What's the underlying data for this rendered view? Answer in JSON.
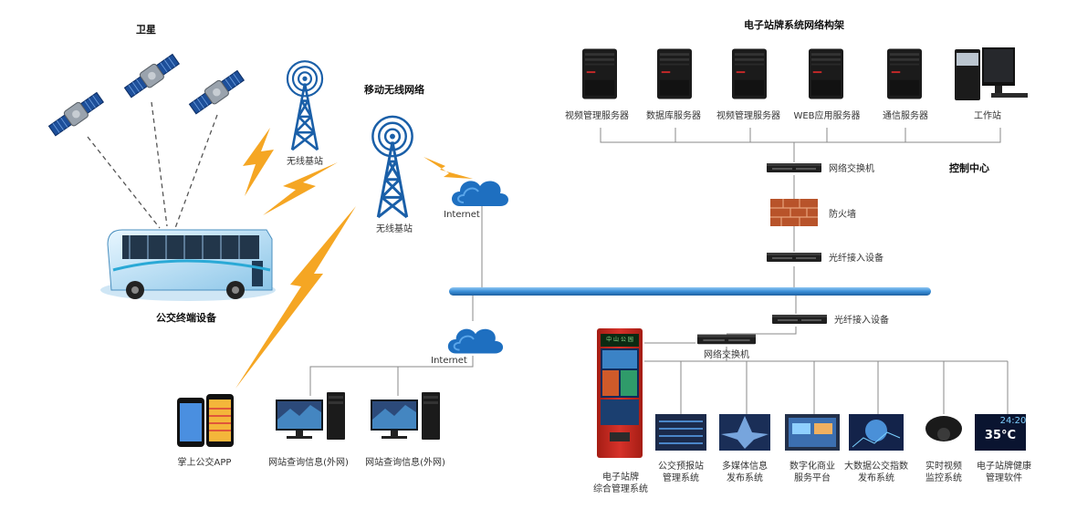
{
  "title": "电子站牌系统网络构架",
  "labels": {
    "satellite": "卫星",
    "mobile_network": "移动无线网络",
    "base_station_1": "无线基站",
    "base_station_2": "无线基站",
    "internet_1": "Internet",
    "internet_2": "Internet",
    "bus_terminal": "公交终端设备",
    "control_center": "控制中心",
    "switch_top": "网络交换机",
    "firewall": "防火墙",
    "fiber_top": "光纤接入设备",
    "fiber_bottom": "光纤接入设备",
    "switch_bottom": "网络交换机",
    "app": "掌上公交APP",
    "query_1": "网站查询信息(外网)",
    "query_2": "网站查询信息(外网)"
  },
  "servers": [
    "视频管理服务器",
    "数据库服务器",
    "视频管理服务器",
    "WEB应用服务器",
    "通信服务器",
    "工作站"
  ],
  "kiosk": {
    "label_line1": "电子站牌",
    "label_line2": "综合管理系统",
    "screen_header": "中 山 公 园"
  },
  "systems": [
    {
      "line1": "公交预报站",
      "line2": "管理系统"
    },
    {
      "line1": "多媒体信息",
      "line2": "发布系统"
    },
    {
      "line1": "数字化商业",
      "line2": "服务平台"
    },
    {
      "line1": "大数据公交指数",
      "line2": "发布系统"
    },
    {
      "line1": "实时视频",
      "line2": "监控系统"
    },
    {
      "line1": "电子站牌健康",
      "line2": "管理软件"
    }
  ],
  "health_screen": {
    "time": "24:20",
    "temp": "35°C"
  },
  "colors": {
    "bolt": "#f5a623",
    "tower": "#1a5fa8",
    "cloud": "#1e6fc0",
    "backbone": "#3a8fd8",
    "kiosk": "#c8291e"
  }
}
